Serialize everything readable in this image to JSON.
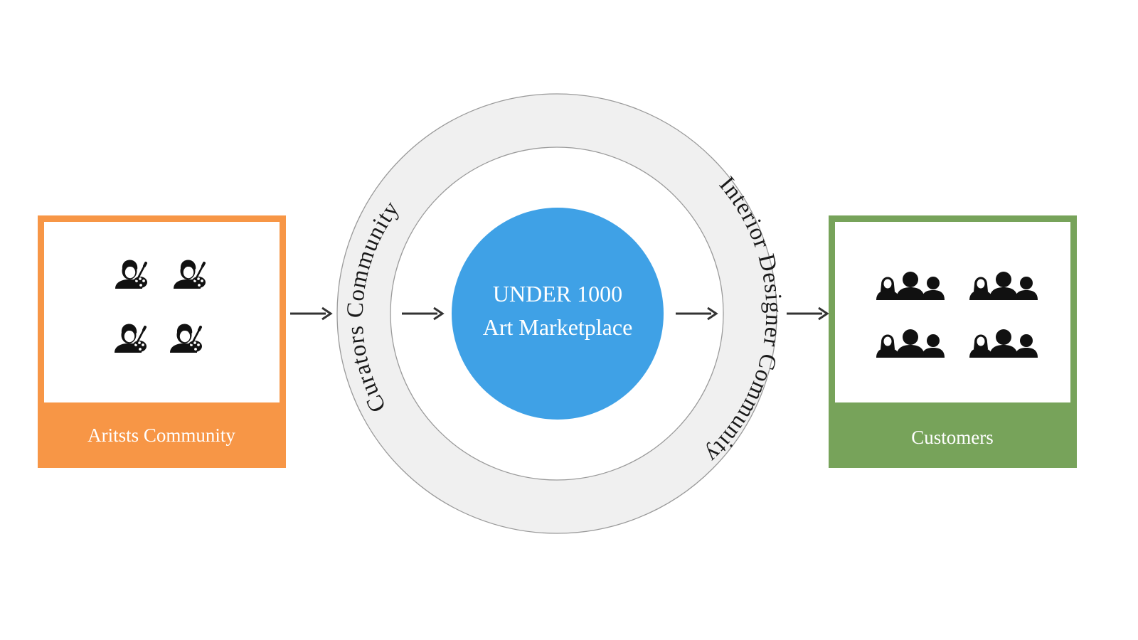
{
  "diagram": {
    "left_box": {
      "label": "Aritsts Community",
      "icon": "artist-with-palette-icon",
      "color": "#F79646"
    },
    "right_box": {
      "label": "Customers",
      "icon": "people-group-icon",
      "color": "#77A35A"
    },
    "ring": {
      "left_label": "Curators Community",
      "right_label": "Interior Designer Community",
      "color": "#F0F0F0"
    },
    "center": {
      "line1": "UNDER 1000",
      "line2": "Art Marketplace",
      "color": "#3FA1E6"
    },
    "arrow_icon": "right-arrow-icon"
  }
}
